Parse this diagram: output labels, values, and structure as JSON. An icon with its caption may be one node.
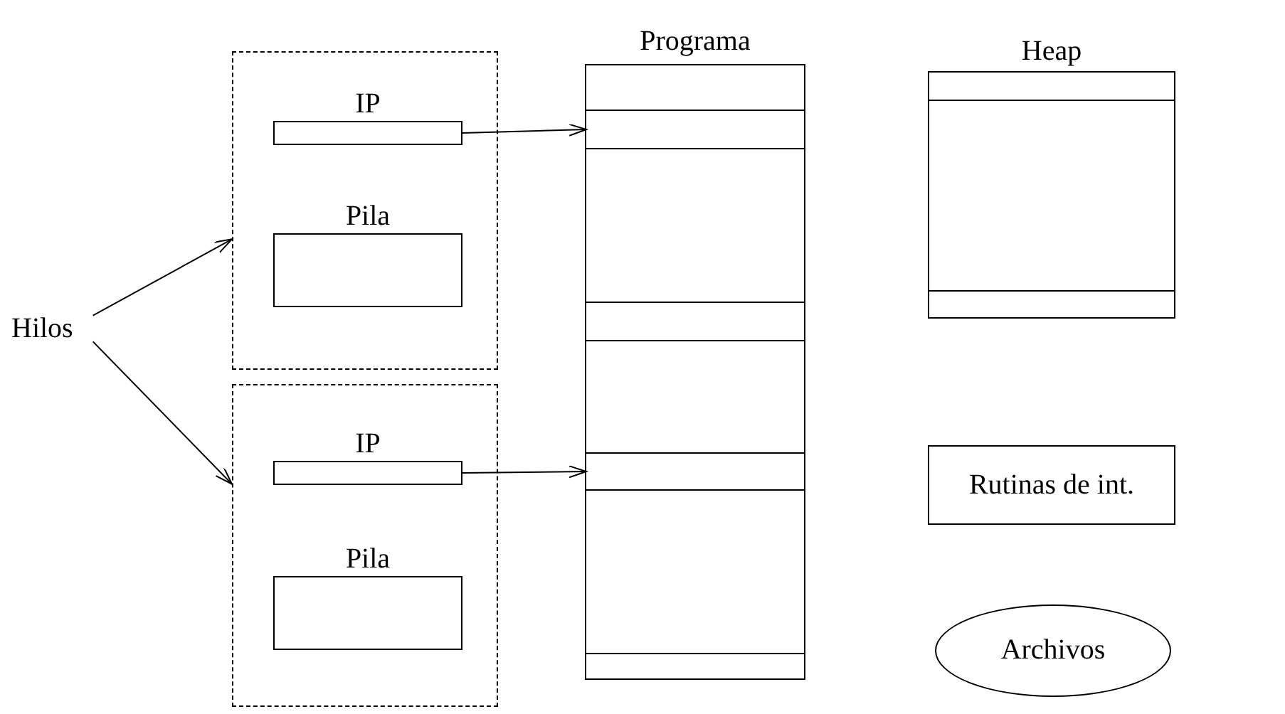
{
  "diagram": {
    "nodes": [
      {
        "text": [
          "Hilos"
        ]
      },
      {
        "text": [],
        "shape": "box"
      },
      {
        "text": [
          "IP"
        ],
        "in": 1
      },
      {
        "text": [
          "Pila"
        ],
        "in": 1
      },
      {
        "text": [],
        "shape": "box"
      },
      {
        "text": [
          "IP"
        ],
        "in": 4
      },
      {
        "text": [
          "Pila"
        ],
        "in": 4
      },
      {
        "text": [
          "Programa"
        ]
      },
      {
        "text": [],
        "shape": "box",
        "in": 7
      },
      {
        "text": [],
        "shape": "box",
        "in": 7
      },
      {
        "text": [
          "Heap"
        ]
      },
      {
        "text": [
          "Rutinas de int."
        ]
      },
      {
        "text": [
          "Archivos"
        ]
      }
    ],
    "edges": [
      {
        "from": 0,
        "to": 1,
        "arrow": "to"
      },
      {
        "from": 0,
        "to": 4,
        "arrow": "to"
      },
      {
        "from": 2,
        "to": 8,
        "arrow": "to"
      },
      {
        "from": 5,
        "to": 9,
        "arrow": "to"
      }
    ]
  }
}
